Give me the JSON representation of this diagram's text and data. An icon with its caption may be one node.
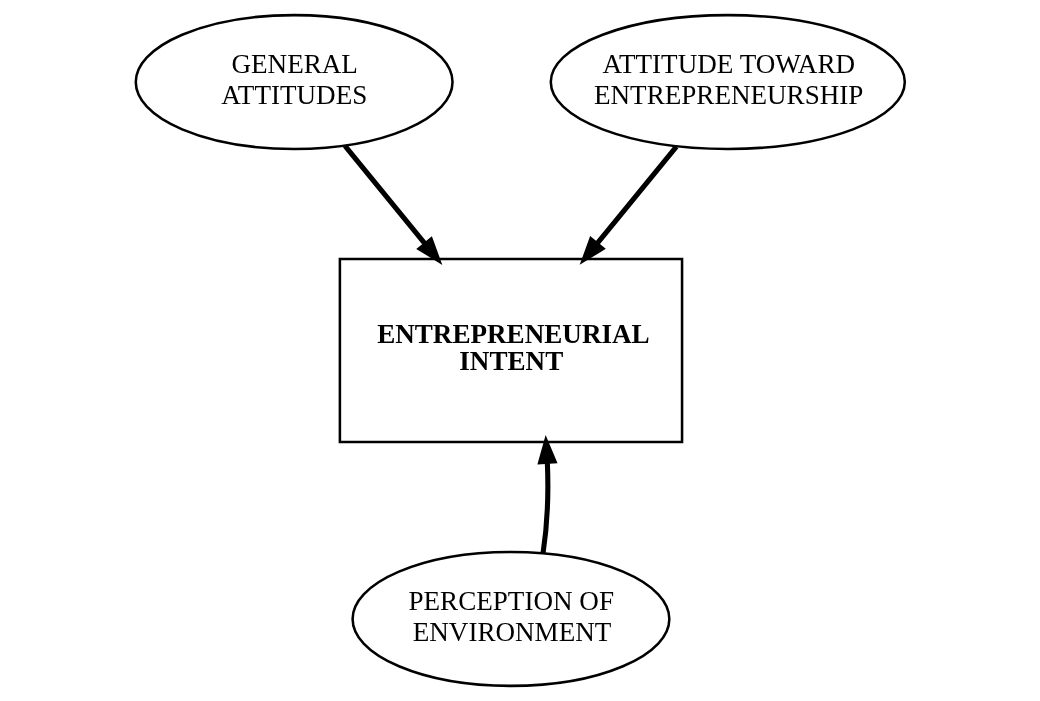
{
  "diagram": {
    "nodes": [
      {
        "text": [
          "GENERAL ATTITUDES"
        ]
      },
      {
        "text": [
          "ATTITUDE TOWARD ENTREPRENEURSHIP"
        ]
      },
      {
        "text": [
          "ENTREPRENEURIAL INTENT"
        ]
      },
      {
        "text": [
          "PERCEPTION OF ENVIRONMENT"
        ]
      }
    ],
    "edges": [
      {
        "from": 0,
        "to": 2,
        "arrow": "to"
      },
      {
        "from": 1,
        "to": 2,
        "arrow": "to"
      },
      {
        "from": 3,
        "to": 2,
        "arrow": "to"
      }
    ]
  }
}
